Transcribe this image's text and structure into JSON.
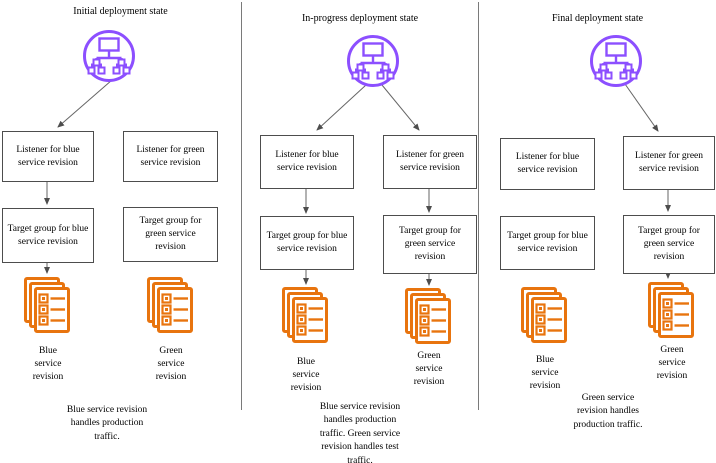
{
  "colors": {
    "purple": "#8C4FFF",
    "orange": "#E8740E",
    "arrow_line": "#666666",
    "arrowhead": "#4d4d4d",
    "box_border": "#4d4d4d",
    "divider": "#7a7a7a",
    "text": "#000000",
    "background": "#FFFFFF"
  },
  "icons": {
    "load_balancer": "load-balancer-icon",
    "service_revision_stack": "document-stack-icon"
  },
  "shared_labels": {
    "listener_blue": "Listener for blue\nservice revision",
    "listener_green": "Listener for green\nservice revision",
    "target_blue": "Target group for blue\nservice revision",
    "target_green": "Target group for\ngreen service\nrevision",
    "blue_revision": "Blue\nservice\nrevision",
    "green_revision": "Green\nservice\nrevision"
  },
  "panels": [
    {
      "title": "Initial deployment state",
      "caption": "Blue service revision\nhandles production\ntraffic."
    },
    {
      "title": "In-progress deployment state",
      "caption": "Blue service revision\nhandles production\ntraffic. Green service\nrevision handles test\ntraffic."
    },
    {
      "title": "Final deployment state",
      "caption": "Green service\nrevision handles\nproduction traffic."
    }
  ]
}
